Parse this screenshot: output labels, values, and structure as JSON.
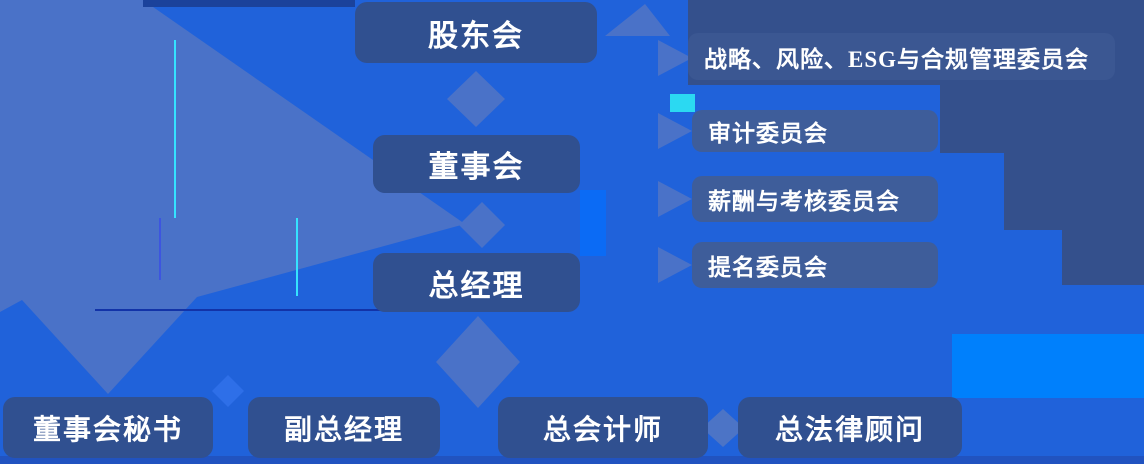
{
  "palette": {
    "background_blue": "#2062DA",
    "light_slate": "#4A72C8",
    "dark_slate": "#34508C",
    "node_fill": "#305090",
    "committee_fill": "#3E5D9A",
    "azure_accent": "#0080FC",
    "cyan_accent": "#2BD9F2",
    "navy_strip": "#1B429B",
    "text_color": "#FFFFFF"
  },
  "org_chart": {
    "type": "org-structure-diagram",
    "nodes": {
      "shareholders": {
        "label": "股东会"
      },
      "board": {
        "label": "董事会"
      },
      "general_manager": {
        "label": "总经理"
      }
    },
    "board_committees": [
      {
        "label": "战略、风险、ESG与合规管理委员会"
      },
      {
        "label": "审计委员会"
      },
      {
        "label": "薪酬与考核委员会"
      },
      {
        "label": "提名委员会"
      }
    ],
    "management_roles": [
      {
        "label": "董事会秘书"
      },
      {
        "label": "副总经理"
      },
      {
        "label": "总会计师"
      },
      {
        "label": "总法律顾问"
      }
    ]
  }
}
